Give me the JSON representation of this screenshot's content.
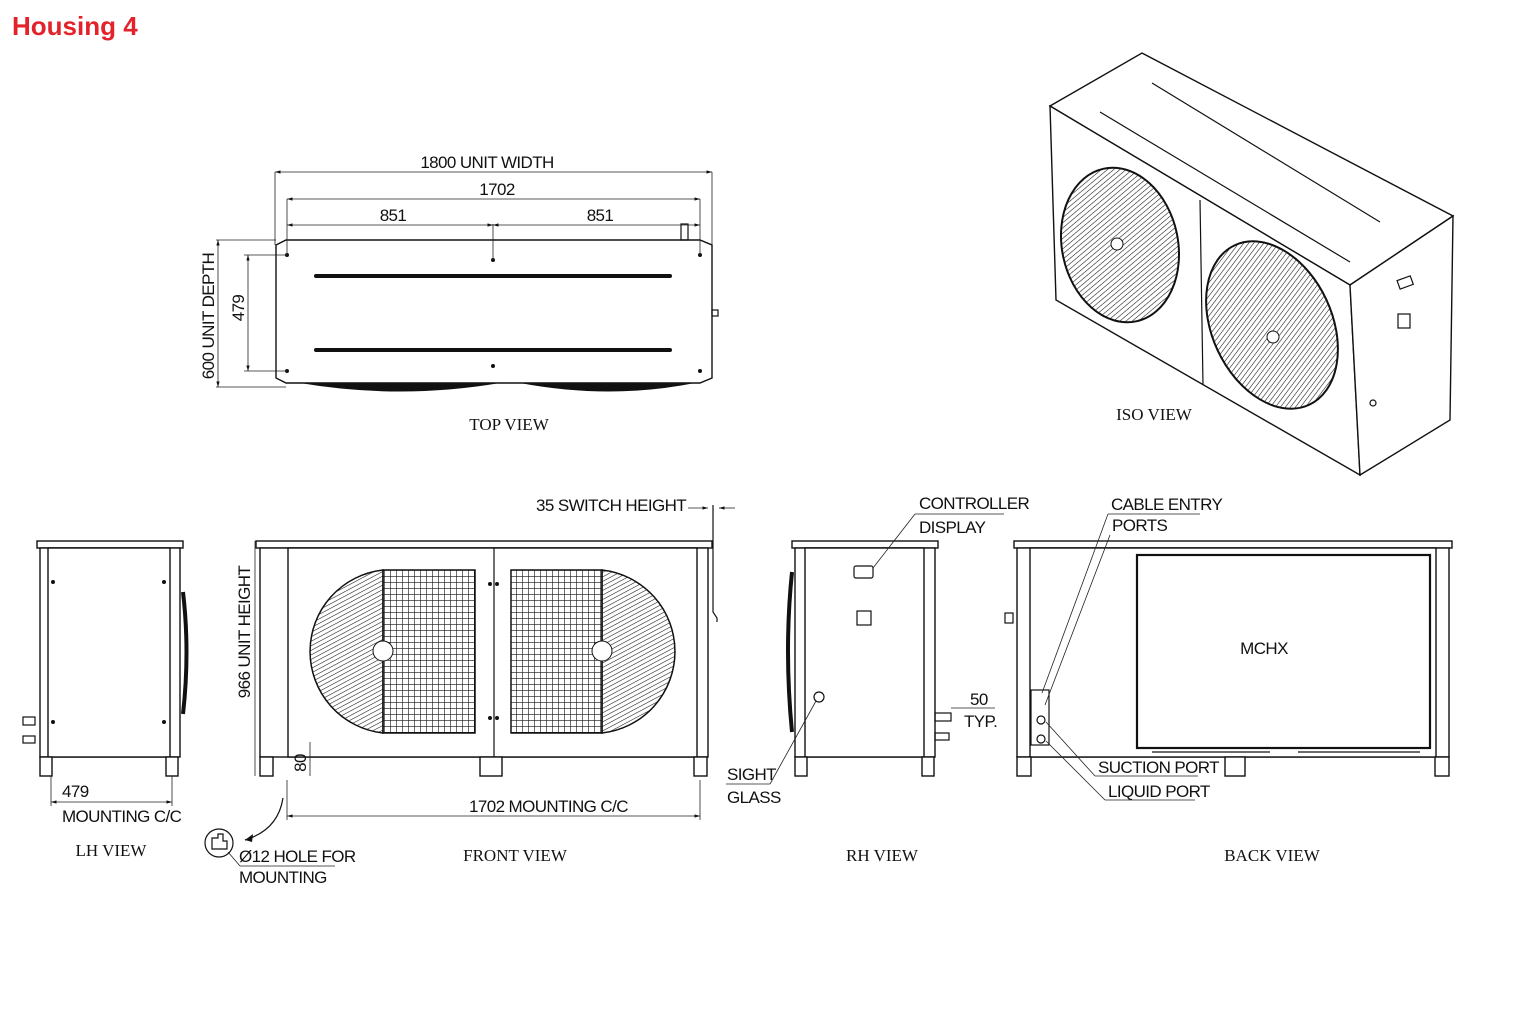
{
  "title": "Housing 4",
  "colors": {
    "title": "#e3232b",
    "line": "#111111"
  },
  "top_view": {
    "label": "TOP VIEW",
    "unit_width": "1800  UNIT WIDTH",
    "span": "1702",
    "half_left": "851",
    "half_right": "851",
    "unit_depth": "600  UNIT DEPTH",
    "depth_mount": "479"
  },
  "iso_view": {
    "label": "ISO VIEW"
  },
  "lh_view": {
    "label": "LH VIEW",
    "mount_dim": "479",
    "mount_label": "MOUNTING C/C"
  },
  "front_view": {
    "label": "FRONT VIEW",
    "switch_height": "35 SWITCH HEIGHT",
    "unit_height": "966  UNIT HEIGHT",
    "leg_height": "80",
    "mount_dim": "1702   MOUNTING C/C",
    "hole_line1": "Ø12 HOLE FOR",
    "hole_line2": "MOUNTING"
  },
  "rh_view": {
    "label": "RH VIEW",
    "controller_line1": "CONTROLLER",
    "controller_line2": "DISPLAY",
    "sight_line1": "SIGHT",
    "sight_line2": "GLASS",
    "typ_dim": "50",
    "typ_label": "TYP."
  },
  "back_view": {
    "label": "BACK VIEW",
    "mchx": "MCHX",
    "cable_line1": "CABLE ENTRY",
    "cable_line2": "PORTS",
    "suction": "SUCTION PORT",
    "liquid": "LIQUID PORT"
  }
}
